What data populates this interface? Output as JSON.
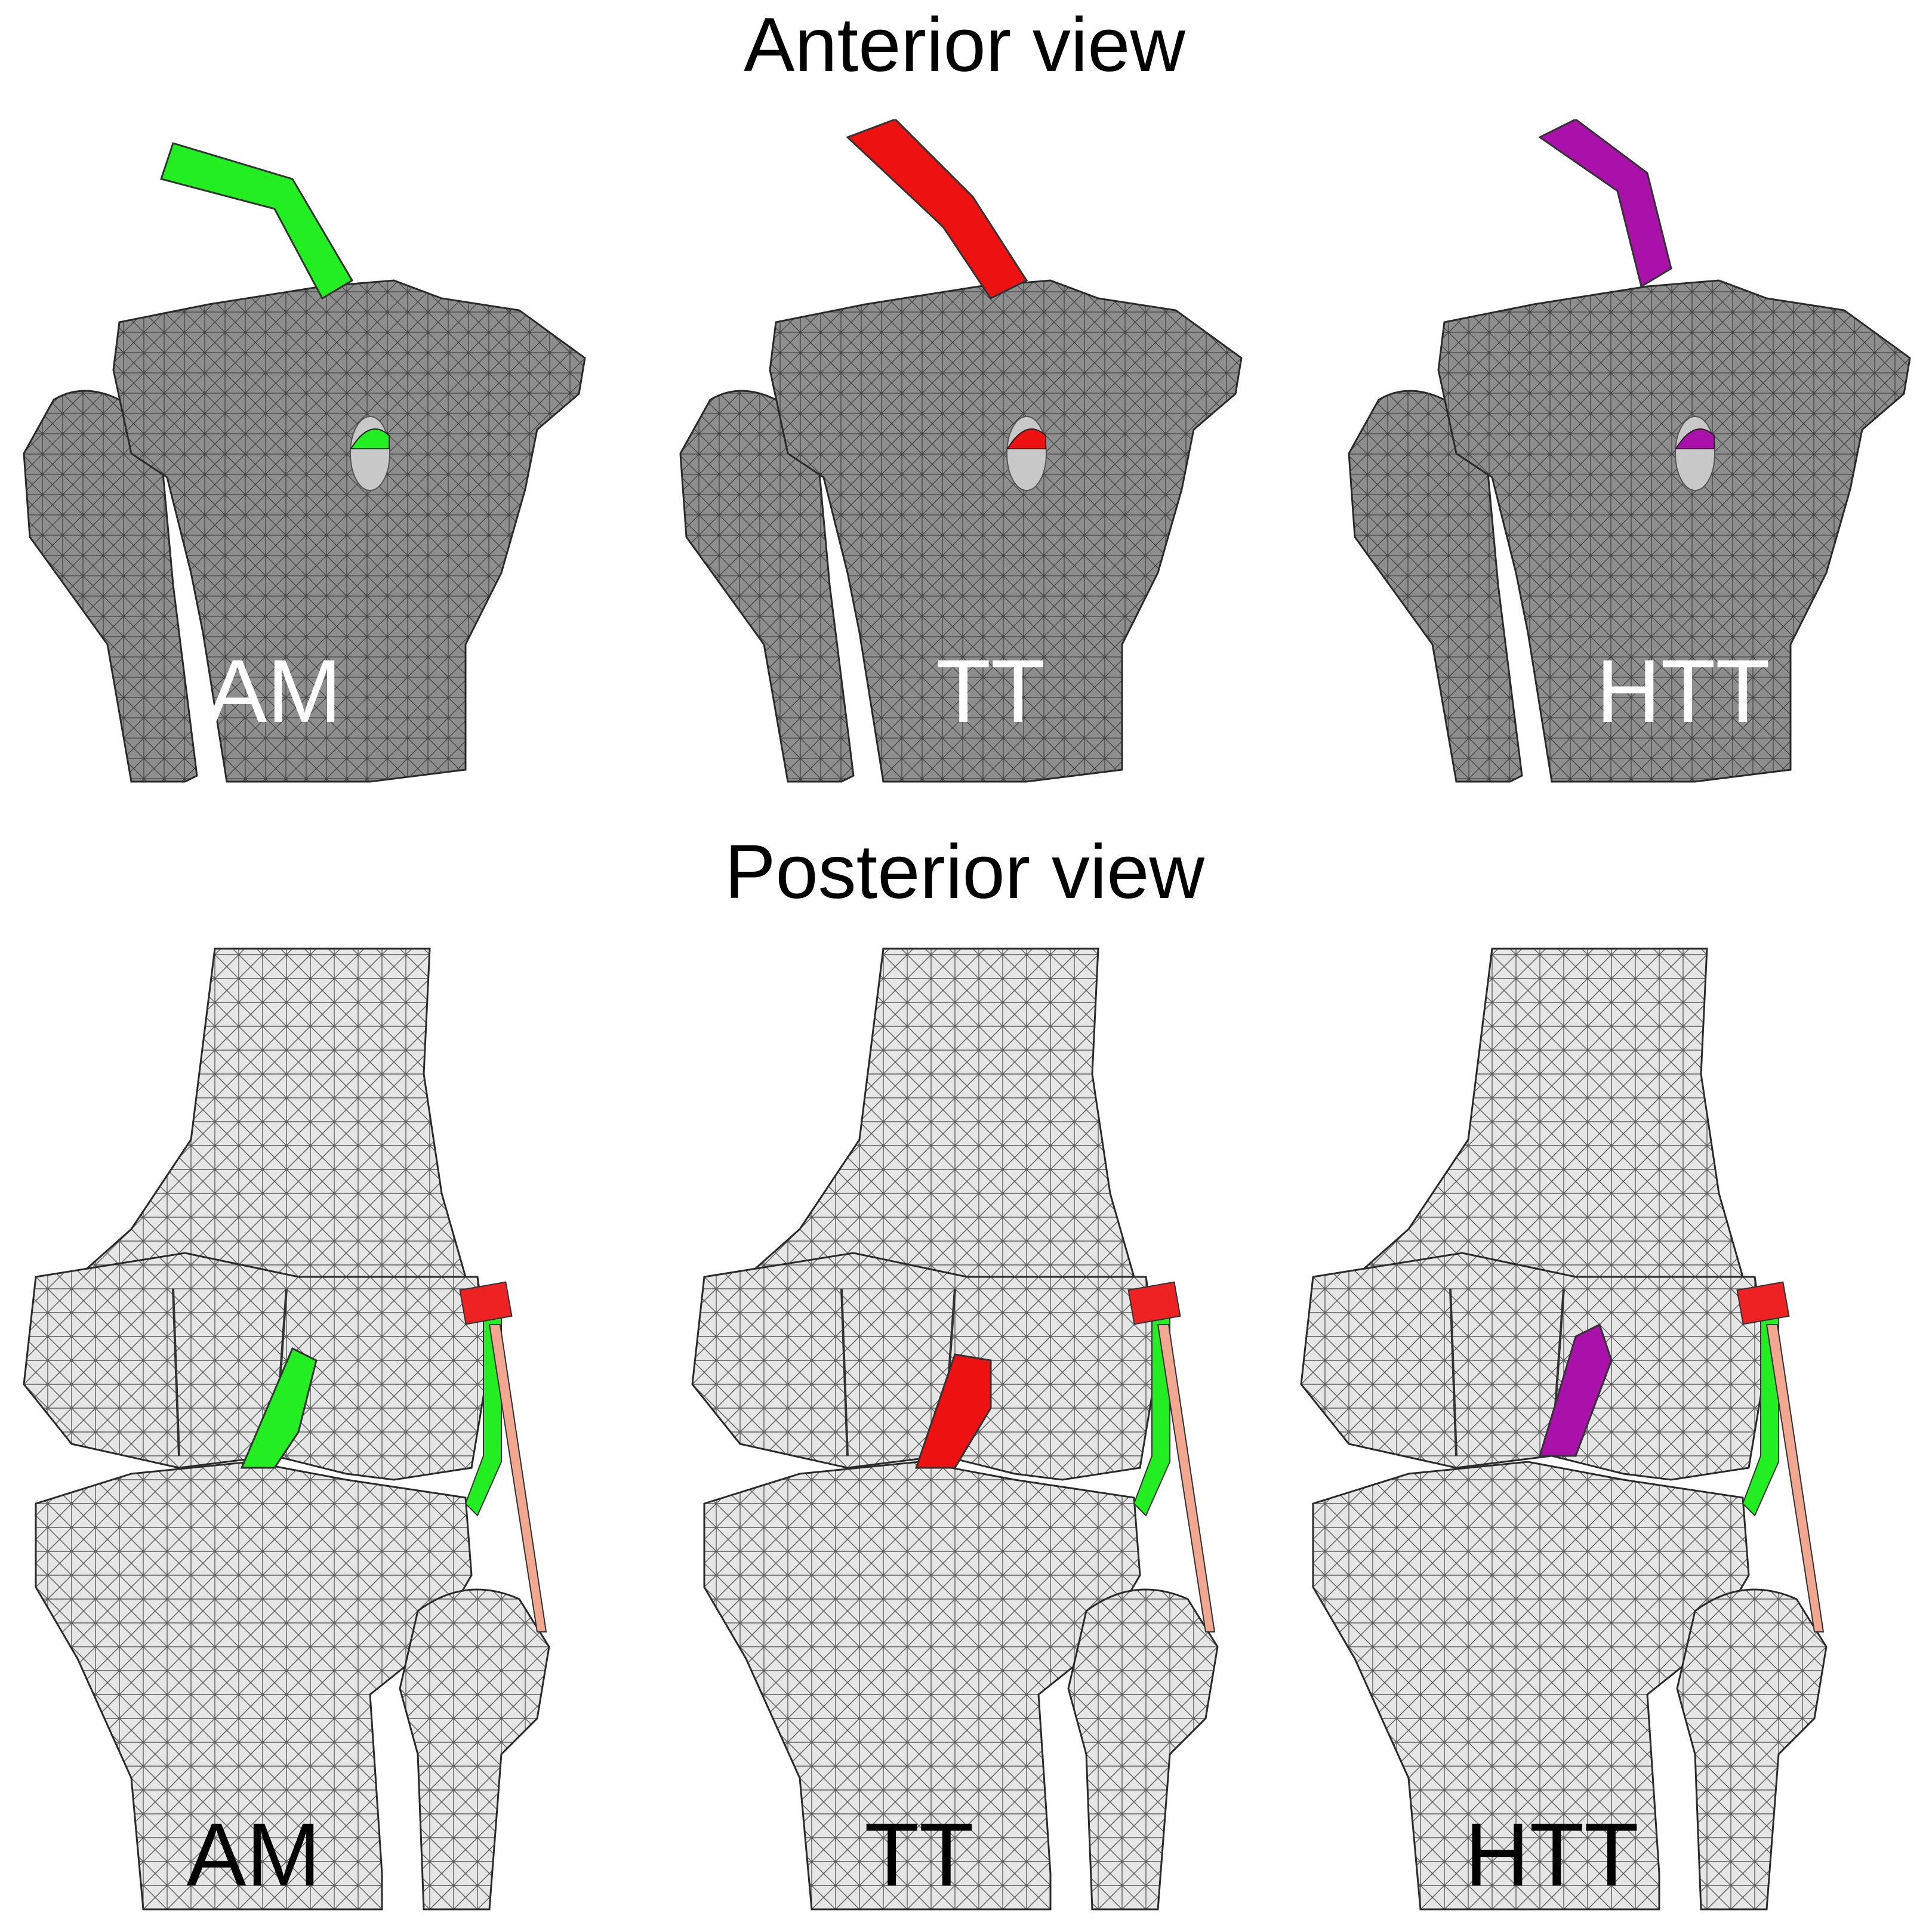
{
  "anterior": {
    "title": "Anterior view",
    "panels": [
      {
        "label": "AM",
        "graft_color": "#22ee22"
      },
      {
        "label": "TT",
        "graft_color": "#ee1111"
      },
      {
        "label": "HTT",
        "graft_color": "#aa11aa"
      }
    ]
  },
  "posterior": {
    "title": "Posterior view",
    "panels": [
      {
        "label": "AM",
        "graft_color": "#22ee22"
      },
      {
        "label": "TT",
        "graft_color": "#ee1111"
      },
      {
        "label": "HTT",
        "graft_color": "#aa11aa"
      }
    ]
  },
  "colors": {
    "bone_anterior": "#8e8e8e",
    "bone_posterior": "#e6e6e6",
    "mesh": "#1a1a1a",
    "lateral_ligament": "#22ee22",
    "fixation_button": "#ee2222",
    "guide_pin": "#f2a890"
  }
}
